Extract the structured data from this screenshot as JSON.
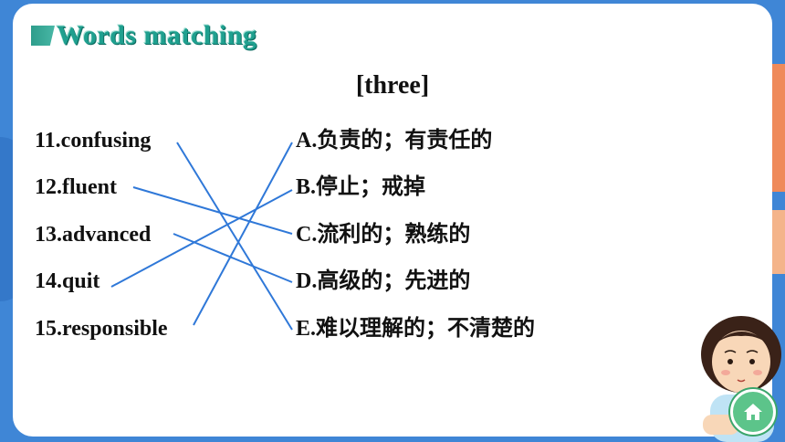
{
  "header": {
    "title": "Words matching"
  },
  "subtitle": "[three]",
  "words": [
    {
      "label": "11.confusing"
    },
    {
      "label": "12.fluent"
    },
    {
      "label": "13.advanced"
    },
    {
      "label": "14.quit"
    },
    {
      "label": "15.responsible"
    }
  ],
  "definitions": [
    {
      "label": "A.负责的；有责任的"
    },
    {
      "label": "B.停止；戒掉"
    },
    {
      "label": "C.流利的；熟练的"
    },
    {
      "label": "D.高级的；先进的"
    },
    {
      "label": "E.难以理解的；不清楚的"
    }
  ],
  "matches": [
    {
      "word": "11.confusing",
      "definition": "E"
    },
    {
      "word": "12.fluent",
      "definition": "C"
    },
    {
      "word": "13.advanced",
      "definition": "D"
    },
    {
      "word": "14.quit",
      "definition": "B"
    },
    {
      "word": "15.responsible",
      "definition": "A"
    }
  ],
  "colors": {
    "line": "#2f78d8",
    "title": "#1fa08f",
    "frame": "#3f86d6",
    "home_button": "#5cc48a"
  },
  "icons": {
    "home": "home-icon"
  }
}
